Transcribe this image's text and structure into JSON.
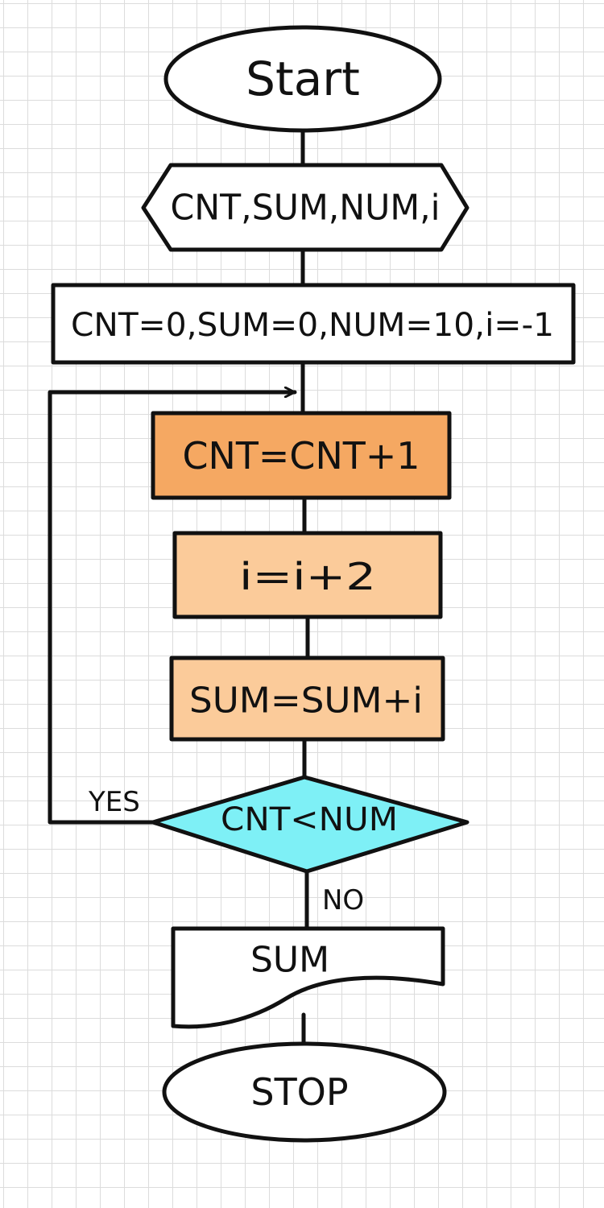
{
  "colors": {
    "stroke": "#111111",
    "terminal_fill": "#ffffff",
    "declare_fill": "#ffffff",
    "init_fill": "#ffffff",
    "increment_fill": "#f5a862",
    "step_fill": "#fbcb9a",
    "sum_fill": "#fbcb9a",
    "decision_fill": "#7ef0f6",
    "output_fill": "#ffffff"
  },
  "nodes": {
    "start": "Start",
    "declare": "CNT,SUM,NUM,i",
    "init": "CNT=0,SUM=0,NUM=10,i=-1",
    "increment": "CNT=CNT+1",
    "step": "i=i+2",
    "accumulate": "SUM=SUM+i",
    "decision": "CNT<NUM",
    "output": "SUM",
    "stop": "STOP"
  },
  "edges": {
    "yes": "YES",
    "no": "NO"
  }
}
